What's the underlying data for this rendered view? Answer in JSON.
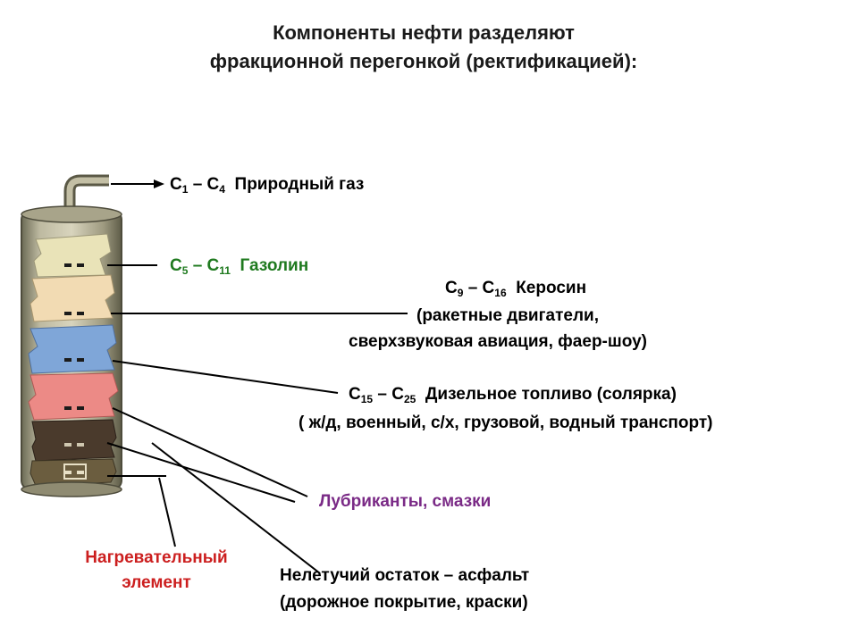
{
  "title": {
    "line1": "Компоненты нефти разделяют",
    "line2": "фракционной перегонкой (ректификацией):"
  },
  "fractions": {
    "gas": {
      "c1": "C",
      "s1": "1",
      "dash": " – ",
      "c2": "C",
      "s2": "4",
      "name": "Природный газ"
    },
    "gasoline": {
      "c1": "C",
      "s1": "5",
      "dash": " – ",
      "c2": "C",
      "s2": "11",
      "name": "Газолин"
    },
    "kerosene": {
      "c1": "C",
      "s1": "9",
      "dash": " – ",
      "c2": "C",
      "s2": "16",
      "name": "Керосин",
      "use1": "(ракетные двигатели,",
      "use2": "сверхзвуковая авиация, фаер-шоу)"
    },
    "diesel": {
      "c1": "C",
      "s1": "15",
      "dash": " – ",
      "c2": "C",
      "s2": "25",
      "name": "Дизельное топливо (солярка)",
      "use1": "( ж/д, военный, с/х, грузовой, водный транспорт)"
    },
    "lubricants": {
      "name": "Лубриканты, смазки"
    },
    "residue": {
      "name": "Нелетучий остаток – асфальт",
      "use1": "(дорожное покрытие, краски)"
    }
  },
  "heater": {
    "line1": "Нагревательный",
    "line2": "элемент"
  },
  "colors": {
    "gasoline": "#1f7a1f",
    "lubricants": "#7a2a86",
    "heater": "#cc1f1f",
    "tray_gas": "#e9e3b8",
    "tray_gasoline": "#f2dbb3",
    "tray_kerosene": "#7fa6d8",
    "tray_diesel": "#ec8a86",
    "tray_lubricants": "#4a3a2c",
    "tray_residue": "#6b5d3f"
  }
}
